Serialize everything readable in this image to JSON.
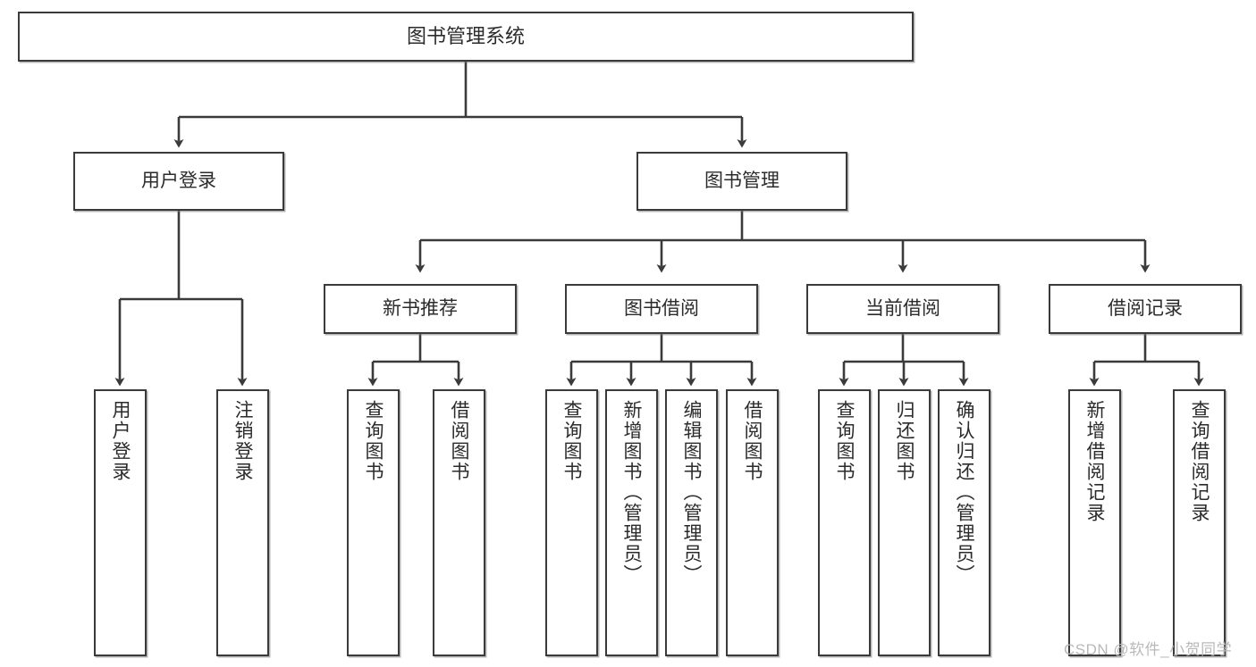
{
  "diagram": {
    "title": "图书管理系统",
    "type": "hierarchy-tree",
    "orientation": "top-down",
    "box_fill": "#ffffff",
    "box_stroke": "#3a3a3a",
    "line_color": "#3a3a3a",
    "background": "#ffffff"
  },
  "root": {
    "label": "图书管理系统"
  },
  "level2": [
    {
      "label": "用户登录"
    },
    {
      "label": "图书管理"
    }
  ],
  "level3": [
    {
      "label": "新书推荐"
    },
    {
      "label": "图书借阅"
    },
    {
      "label": "当前借阅"
    },
    {
      "label": "借阅记录"
    }
  ],
  "leaves": {
    "user_login": [
      {
        "label": "用户登录"
      },
      {
        "label": "注销登录"
      }
    ],
    "new_book_recommend": [
      {
        "label": "查询图书"
      },
      {
        "label": "借阅图书"
      }
    ],
    "book_borrow": [
      {
        "label": "查询图书"
      },
      {
        "label": "新增图书（管理员）"
      },
      {
        "label": "编辑图书（管理员）"
      },
      {
        "label": "借阅图书"
      }
    ],
    "current_borrow": [
      {
        "label": "查询图书"
      },
      {
        "label": "归还图书"
      },
      {
        "label": "确认归还（管理员）"
      }
    ],
    "borrow_record": [
      {
        "label": "新增借阅记录"
      },
      {
        "label": "查询借阅记录"
      }
    ]
  },
  "watermark": {
    "text": "CSDN @软件_小贺同学"
  }
}
